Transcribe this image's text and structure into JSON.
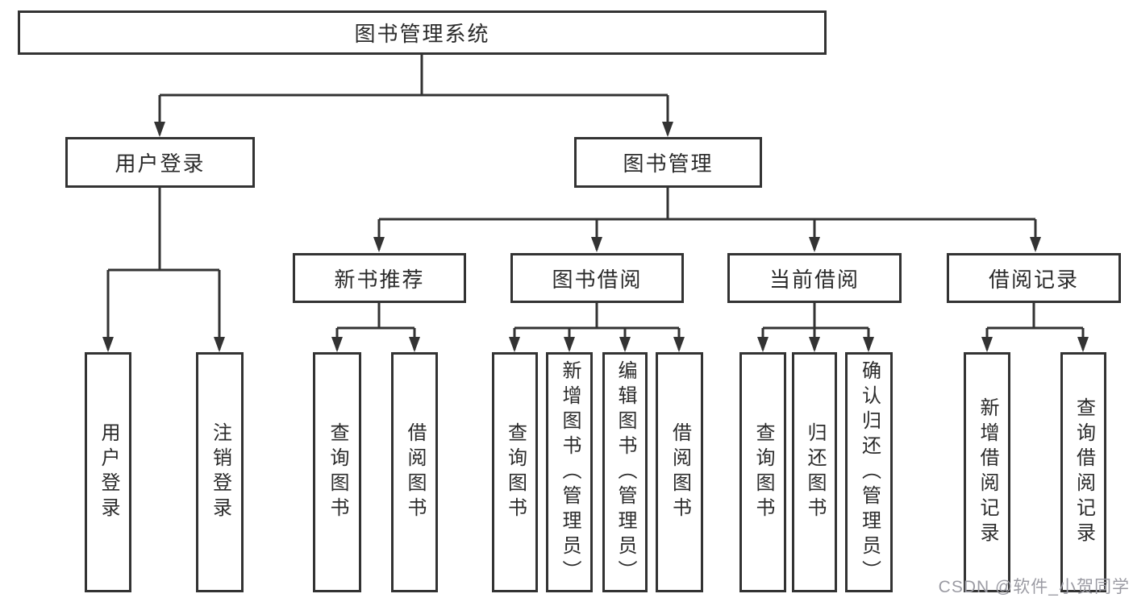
{
  "diagram": {
    "title": "图书管理系统",
    "level2": {
      "user_login": "用户登录",
      "book_mgmt": "图书管理"
    },
    "level3": {
      "new_book": "新书推荐",
      "book_borrow": "图书借阅",
      "current_borrow": "当前借阅",
      "borrow_record": "借阅记录"
    },
    "leaves": {
      "user_login": "用户登录",
      "logout": "注销登录",
      "nb_query": "查询图书",
      "nb_borrow": "借阅图书",
      "bb_query": "查询图书",
      "bb_add": "新增图书（管理员）",
      "bb_edit": "编辑图书（管理员）",
      "bb_borrow": "借阅图书",
      "cb_query": "查询图书",
      "cb_return": "归还图书",
      "cb_confirm": "确认归还（管理员）",
      "br_add": "新增借阅记录",
      "br_query": "查询借阅记录"
    }
  },
  "watermark": "CSDN @软件_小贺同学",
  "colors": {
    "line": "#333333",
    "text": "#2b2b2b",
    "watermark": "#9b9ba3",
    "background": "#ffffff"
  }
}
